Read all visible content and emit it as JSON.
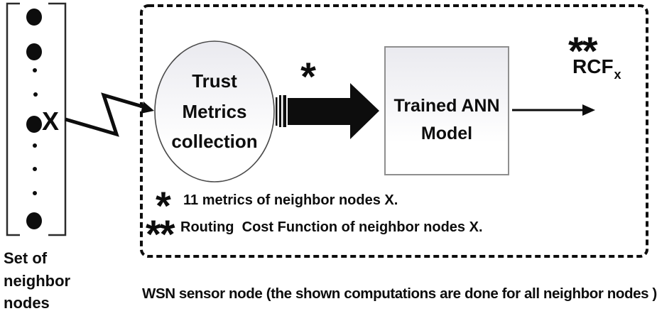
{
  "neighbor_set": {
    "x_label": "X",
    "caption": "Set of\nneighbor\nnodes"
  },
  "process": {
    "trust_ellipse_label": "Trust\nMetrics\ncollection",
    "ann_box_label": "Trained ANN\nModel",
    "input_marker": "*",
    "output_marker": "**",
    "output_label": "RCF",
    "output_subscript": "x"
  },
  "legend": {
    "item1_marker": "*",
    "item1_text": "11 metrics of neighbor nodes X.",
    "item2_marker": "**",
    "item2_text": "Routing  Cost Function of neighbor nodes X."
  },
  "caption": "WSN sensor node (the shown computations are done for all neighbor nodes )",
  "colors": {
    "ink": "#0d0d0d",
    "ellipse_border": "#4a4a4a",
    "box_border": "#8f8f8f",
    "shape_fill_top": "#eaeaef",
    "shape_fill_bottom": "#ffffff"
  }
}
